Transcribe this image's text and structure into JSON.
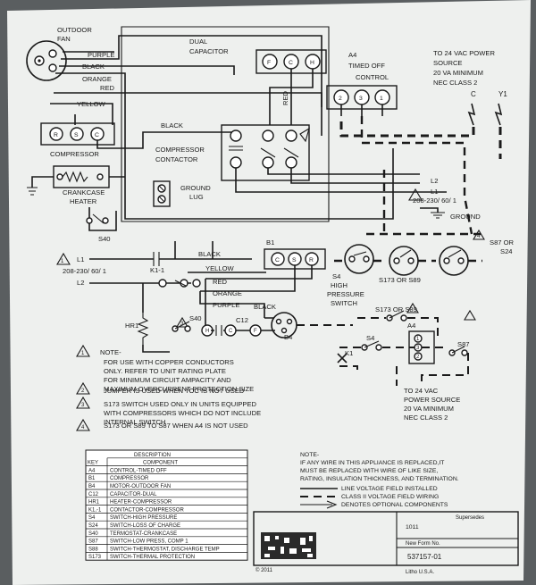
{
  "labels": {
    "outdoor_fan": "OUTDOOR FAN",
    "fan_line1": "OUTDOOR",
    "fan_line2": "FAN",
    "purple": "PURPLE",
    "black": "BLACK",
    "orange": "ORANGE",
    "red": "RED",
    "yellow": "YELLOW",
    "dual_cap_1": "DUAL",
    "dual_cap_2": "CAPACITOR",
    "cap_F": "F",
    "cap_C": "C",
    "cap_H": "H",
    "a4": "A4",
    "a4_line2": "TIMED OFF",
    "a4_line3": "CONTROL",
    "t2": "2",
    "t3": "3",
    "t1": "1",
    "to24_1": "TO 24 VAC POWER",
    "to24_2": "SOURCE",
    "to24_3": "20 VA MINIMUM",
    "to24_4": "NEC CLASS 2",
    "c": "C",
    "y1": "Y1",
    "compressor": "COMPRESSOR",
    "comp_R": "R",
    "comp_S": "S",
    "comp_C": "C",
    "black2": "BLACK",
    "contactor_1": "COMPRESSOR",
    "contactor_2": "CONTACTOR",
    "red_vert": "RED",
    "ground_lug_1": "GROUND",
    "ground_lug_2": "LUG",
    "crankcase_1": "CRANKCASE",
    "crankcase_2": "HEATER",
    "s40": "S40",
    "l2": "L2",
    "l1": "L1",
    "supply": "208-230/ 60/ 1",
    "ground": "GROUND",
    "l1_lower": "L1",
    "supply_lower": "208-230/ 60/ 1",
    "l2_lower": "L2",
    "k1_1": "K1-1",
    "black_lower": "BLACK",
    "yellow_lower": "YELLOW",
    "b1": "B1",
    "b1_C": "C",
    "b1_S": "S",
    "b1_R": "R",
    "red_lower": "RED",
    "orange_lower": "ORANGE",
    "purple_lower": "PURPLE",
    "black_lower2": "BLACK",
    "hr1": "HR1",
    "s40_lower": "S40",
    "c12": "C12",
    "c12_H": "H",
    "c12_C": "C",
    "c12_F": "F",
    "b4": "B4",
    "s4_1": "S4",
    "s4_2": "HIGH",
    "s4_3": "PRESSURE",
    "s4_4": "SWITCH",
    "s173_s89": "S173 OR S89",
    "s87_s24_1": "S87 OR",
    "s87_s24_2": "S24",
    "s173_s89_2": "S173 OR S89",
    "a4_lower": "A4",
    "s4_lower": "S4",
    "s87_lower": "S87",
    "k1_lower": "K1",
    "lt1": "1",
    "lt3": "3",
    "lt2": "2",
    "to24b_1": "TO 24 VAC",
    "to24b_2": "POWER SOURCE",
    "to24b_3": "20 VA MINIMUM",
    "to24b_4": "NEC CLASS 2",
    "mark1": "1",
    "mark2": "2",
    "mark3": "3",
    "mark4": "4",
    "tri_lower": "4",
    "tri_l1": "1",
    "tri_s40": "3"
  },
  "notes": {
    "n1_a": "NOTE-",
    "n1_b": "FOR USE WITH COPPER CONDUCTORS",
    "n1_c": "ONLY. REFER TO UNIT RATING PLATE",
    "n1_d": "FOR MINIMUM CIRCUIT AMPACITY AND",
    "n1_e": "MAXIMUM OVERCURRENT PROTECTION SIZE",
    "n1_num": "1",
    "n2": "JUMPER IS USED WHEN TOC IS NOT USED",
    "n2_num": "2",
    "n3_a": "S173 SWITCH USED ONLY IN UNITS EQUIPPED",
    "n3_b": "WITH COMPRESSORS WHICH DO NOT INCLUDE",
    "n3_c": "INTERNAL SWITCH",
    "n3_num": "3",
    "n4": "S173 OR S89 TO S87 WHEN A4 IS NOT USED",
    "n4_num": "4",
    "side_a": "NOTE-",
    "side_b": "IF ANY WIRE IN THIS APPLIANCE IS REPLACED,IT",
    "side_c": "MUST BE REPLACED WITH WIRE OF LIKE SIZE,",
    "side_d": "RATING, INSULATION THICKNESS, AND TERMINATION.",
    "legend_line": "LINE VOLTAGE FIELD INSTALLED",
    "legend_class2": "CLASS II VOLTAGE FIELD WIRING",
    "legend_opt": "DENOTES OPTIONAL COMPONENTS"
  },
  "table": {
    "title": "DESCRIPTION",
    "head_key": "KEY",
    "head_comp": "COMPONENT",
    "rows": [
      {
        "key": "A4",
        "comp": "CONTROL-TIMED OFF"
      },
      {
        "key": "B1",
        "comp": "COMPRESSOR"
      },
      {
        "key": "B4",
        "comp": "MOTOR-OUTDOOR FAN"
      },
      {
        "key": "C12",
        "comp": "CAPACITOR-DUAL"
      },
      {
        "key": "HR1",
        "comp": "HEATER-COMPRESSOR"
      },
      {
        "key": "K1,-1",
        "comp": "CONTACTOR-COMPRESSOR"
      },
      {
        "key": "S4",
        "comp": "SWITCH-HIGH PRESSURE"
      },
      {
        "key": "S24",
        "comp": "SWITCH-LOSS OF CHARGE"
      },
      {
        "key": "S40",
        "comp": "TERMOSTAT-CRANKCASE"
      },
      {
        "key": "S87",
        "comp": "SWITCH-LOW PRESS, COMP 1"
      },
      {
        "key": "S88",
        "comp": "SWITCH-THERMOSTAT, DISCHARGE TEMP"
      },
      {
        "key": "S173",
        "comp": "SWITCH-THERMAL PROTECTION"
      }
    ]
  },
  "titleblock": {
    "supersedes": "Supersedes",
    "supersedes_val": "1011",
    "new_form": "New Form No.",
    "form_no": "537157-01",
    "copyright": "© 2011",
    "litho": "Litho U.S.A."
  },
  "colors": {
    "paper": "#eef0ee",
    "ink": "#1a1a1a",
    "background": "#5a5e60"
  }
}
